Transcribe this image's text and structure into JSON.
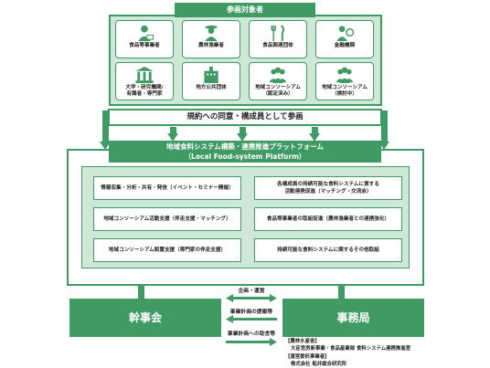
{
  "header": {
    "title": "参画対象者"
  },
  "participants": [
    {
      "label": "食品等事業者",
      "icon": "farmer-basket-icon"
    },
    {
      "label": "農林漁業者",
      "icon": "farmer-icon"
    },
    {
      "label": "食品関連団体",
      "icon": "fork-knife-icon"
    },
    {
      "label": "金融機関",
      "icon": "coin-person-icon"
    },
    {
      "label": "大学・研究機関/\n有識者・専門家",
      "icon": "university-icon"
    },
    {
      "label": "地方公共団体",
      "icon": "city-hall-icon"
    },
    {
      "label": "地域コンソーシアム\n（認定済み）",
      "icon": "group-icon"
    },
    {
      "label": "地域コンソーシアム\n（検討中）",
      "icon": "group-icon"
    }
  ],
  "agreement": {
    "label": "規約への同意・構成員として参画"
  },
  "platform": {
    "title_line1": "地域食料システム構築・連携推進プラットフォーム",
    "title_line2": "（Local Food-system Platform）"
  },
  "activities_left": [
    "情報収集・分析・共有・発信（イベント・セミナー開催）",
    "地域コンソーシアム活動支援（伴走支援・マッチング）",
    "地域コンソーシアム設置支援（専門家の伴走支援）"
  ],
  "activities_right": [
    "各構成員の持続可能な食料システムに資する\n活動連携促進（マッチング・交流会）",
    "食品等事業者の取組促進（農林漁業者との連携強化）",
    "持続可能な食料システムに関するその他取組"
  ],
  "bottom": {
    "left_box": "幹事会",
    "right_box": "事務局",
    "arrow_labels": [
      "企画・運営",
      "事業計画の提案等",
      "事業計画への助言等"
    ]
  },
  "secretariat_notes": [
    "【農林水産省】",
    "大臣官房新事業・食品産業部 食料システム連携推進室",
    "【運営委託事業者】",
    "株式会社 船井総合研究所"
  ],
  "colors": {
    "accent": "#3f9a63",
    "light": "#cfe7d7"
  }
}
